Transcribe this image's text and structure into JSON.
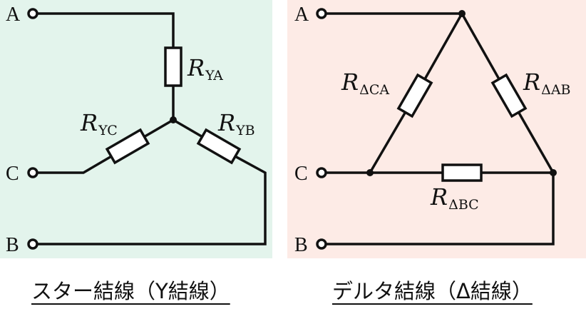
{
  "star": {
    "background": "#e3f4ec",
    "terminals": {
      "a": "A",
      "b": "B",
      "c": "C"
    },
    "resistors": {
      "ya": {
        "main": "R",
        "sub": "YA"
      },
      "yb": {
        "main": "R",
        "sub": "YB"
      },
      "yc": {
        "main": "R",
        "sub": "YC"
      }
    },
    "caption": "スター結線（Y結線）"
  },
  "delta": {
    "background": "#fdebe6",
    "terminals": {
      "a": "A",
      "b": "B",
      "c": "C"
    },
    "resistors": {
      "ab": {
        "main": "R",
        "sub": "ΔAB"
      },
      "bc": {
        "main": "R",
        "sub": "ΔBC"
      },
      "ca": {
        "main": "R",
        "sub": "ΔCA"
      }
    },
    "caption": "デルタ結線（Δ結線）"
  }
}
